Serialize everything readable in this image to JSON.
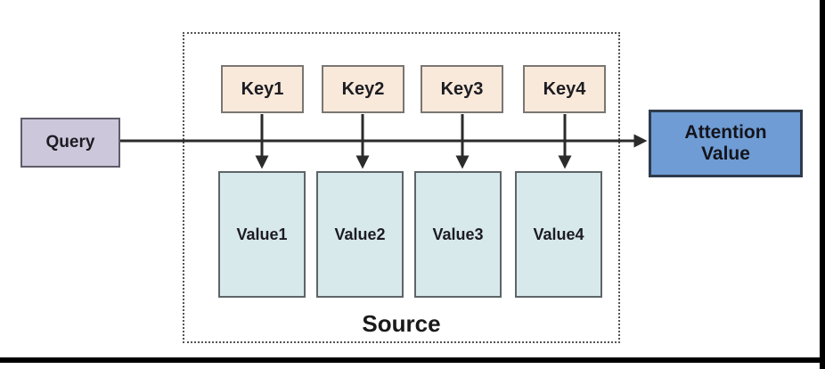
{
  "diagram": {
    "query": {
      "label": "Query"
    },
    "keys": [
      {
        "label": "Key1"
      },
      {
        "label": "Key2"
      },
      {
        "label": "Key3"
      },
      {
        "label": "Key4"
      }
    ],
    "values": [
      {
        "label": "Value1"
      },
      {
        "label": "Value2"
      },
      {
        "label": "Value3"
      },
      {
        "label": "Value4"
      }
    ],
    "attention": {
      "line1": "Attention",
      "line2": "Value"
    },
    "source": {
      "label": "Source"
    }
  },
  "colors": {
    "query-fill": "#cdc7dc",
    "query-border": "#5f5b68",
    "key-fill": "#f9e9da",
    "key-border": "#7a7672",
    "value-fill": "#d8e9ec",
    "value-border": "#5e6569",
    "attention-fill": "#6f9cd4",
    "attention-border": "#2f3b4d",
    "dotted-border": "#555555",
    "line": "#2b2b2b",
    "frame": "#000000"
  }
}
